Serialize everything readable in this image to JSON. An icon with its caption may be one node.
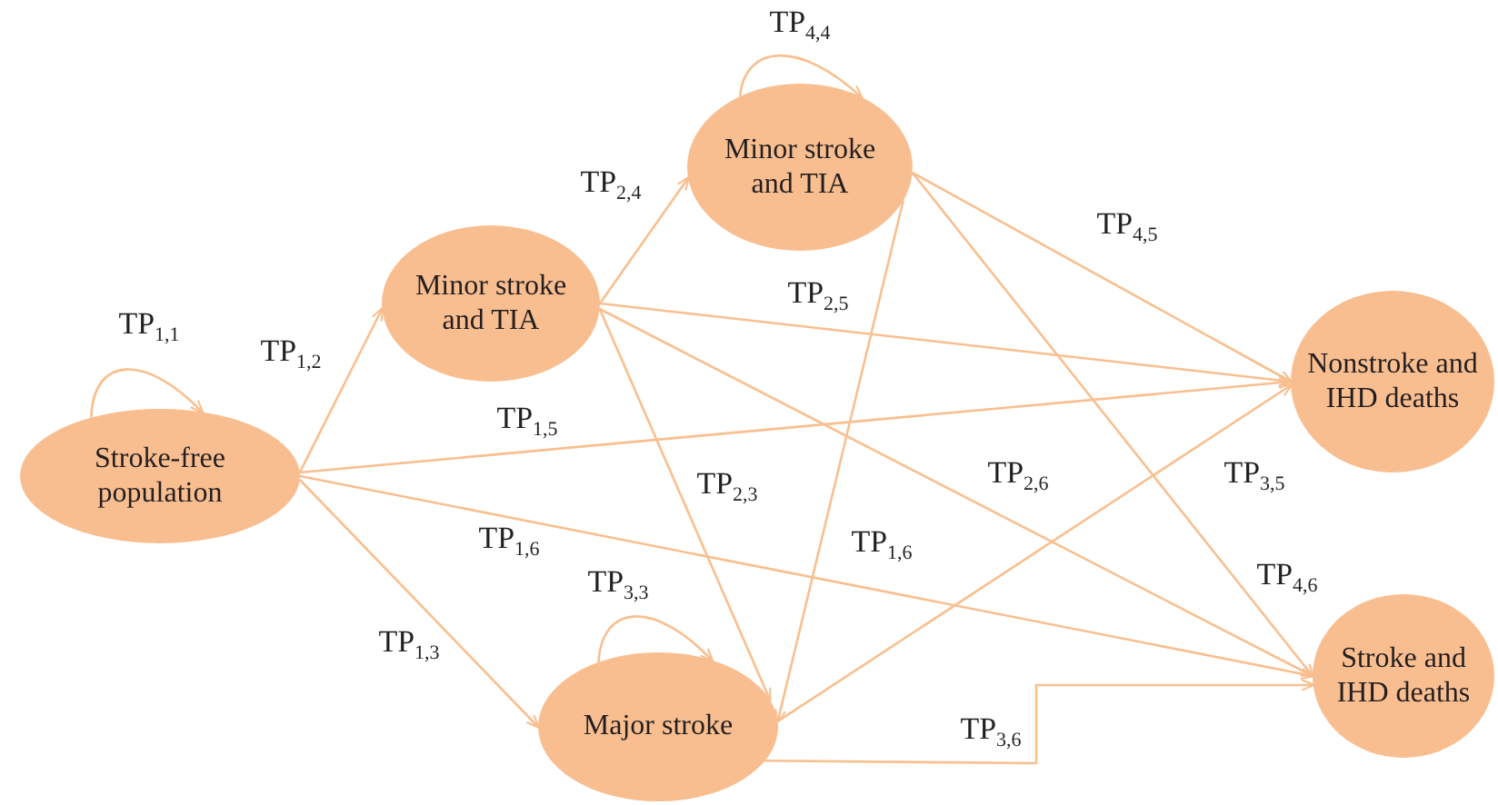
{
  "diagram": {
    "nodes": [
      {
        "text": [
          "Stroke-free population"
        ]
      },
      {
        "text": [
          "Minor stroke and TIA"
        ]
      },
      {
        "text": [
          "Minor stroke and TIA"
        ]
      },
      {
        "text": [
          "Major stroke"
        ]
      },
      {
        "text": [
          "Nonstroke and IHD deaths"
        ]
      },
      {
        "text": [
          "Stroke and IHD deaths"
        ]
      }
    ],
    "edges": [
      {
        "from": 0,
        "to": 0,
        "arrow": "to",
        "label": "TP$_{1,1}$"
      },
      {
        "from": 0,
        "to": 1,
        "arrow": "to",
        "label": "TP$_{1,2}$"
      },
      {
        "from": 0,
        "to": 4,
        "arrow": "to",
        "label": "TP$_{1,5}$"
      },
      {
        "from": 0,
        "to": 5,
        "arrow": "to",
        "label": "TP$_{1,6}$"
      },
      {
        "from": 0,
        "to": 3,
        "arrow": "to",
        "label": "TP$_{1,3}$"
      },
      {
        "from": 1,
        "to": 2,
        "arrow": "to",
        "label": "TP$_{2,4}$"
      },
      {
        "from": 2,
        "to": 2,
        "arrow": "to",
        "label": "TP$_{4,4}$"
      },
      {
        "from": 1,
        "to": 4,
        "arrow": "to",
        "label": "TP$_{2,5}$"
      },
      {
        "from": 1,
        "to": 3,
        "arrow": "to",
        "label": "TP$_{2,3}$"
      },
      {
        "from": 1,
        "to": 5,
        "arrow": "to",
        "label": "TP$_{2,6}$"
      },
      {
        "from": 2,
        "to": 4,
        "arrow": "to",
        "label": "TP$_{4,5}$"
      },
      {
        "from": 2,
        "to": 5,
        "arrow": "to",
        "label": "TP$_{4,6}$"
      },
      {
        "from": 2,
        "to": 3,
        "arrow": "to",
        "label": "TP$_{1,6}$"
      },
      {
        "from": 3,
        "to": 3,
        "arrow": "to",
        "label": "TP$_{3,3}$"
      },
      {
        "from": 3,
        "to": 4,
        "arrow": "to",
        "label": "TP$_{3,5}$"
      },
      {
        "from": 3,
        "to": 5,
        "arrow": "to",
        "label": "TP$_{3,6}$"
      }
    ]
  }
}
